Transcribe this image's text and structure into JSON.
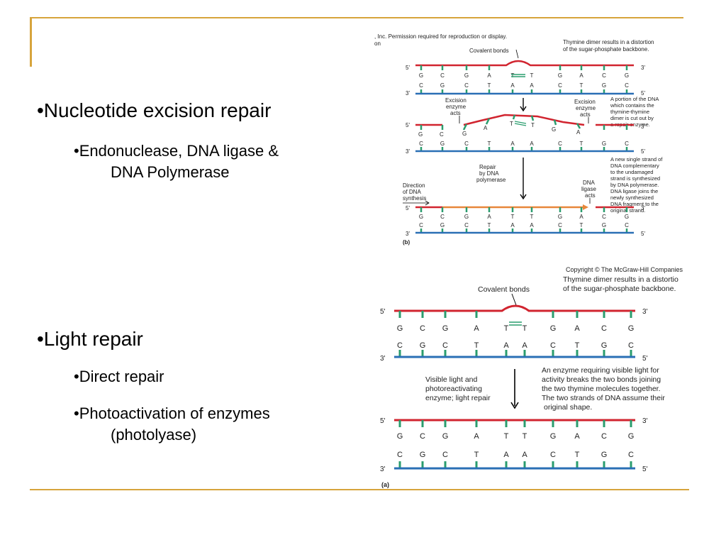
{
  "slide": {
    "bullets": {
      "ner": "•Nucleotide excision repair",
      "ner_sub_line1": "•Endonuclease,  DNA ligase &",
      "ner_sub_line2": "DNA Polymerase",
      "light": "•Light repair",
      "direct": "•Direct repair",
      "photo_line1": "•Photoactivation of enzymes",
      "photo_line2": "(photolyase)"
    }
  },
  "figure_b": {
    "permission_line1": ", Inc. Permission required for reproduction or display.",
    "permission_line2": "on",
    "note_dimer_1": "Thymine dimer results in a distortion",
    "note_dimer_2": "of the sugar-phosphate backbone.",
    "covalent": "Covalent bonds",
    "five_prime": "5'",
    "three_prime": "3'",
    "top_bases": [
      "G",
      "C",
      "G",
      "A",
      "T",
      "T",
      "G",
      "A",
      "C",
      "G"
    ],
    "bottom_bases": [
      "C",
      "G",
      "C",
      "T",
      "A",
      "A",
      "C",
      "T",
      "G",
      "C"
    ],
    "excision_left_1": "Excision",
    "excision_left_2": "enzyme",
    "excision_left_3": "acts",
    "excision_right_1": "Excision",
    "excision_right_2": "enzyme",
    "excision_right_3": "acts",
    "note_cut_1": "A portion of the DNA",
    "note_cut_2": "which contains the",
    "note_cut_3": "thymine-thymine",
    "note_cut_4": "dimer is cut out by",
    "note_cut_5": "a repair enzyme.",
    "repair_1": "Repair",
    "repair_2": "by DNA",
    "repair_3": "polymerase",
    "direction_1": "Direction",
    "direction_2": "of DNA",
    "direction_3": "synthesis",
    "ligase_1": "DNA",
    "ligase_2": "ligase",
    "ligase_3": "acts",
    "note_new_1": "A new single strand of",
    "note_new_2": "DNA complementary",
    "note_new_3": "to the undamaged",
    "note_new_4": "strand is synthesized",
    "note_new_5": "by DNA polymerase.",
    "note_new_6": "DNA ligase joins the",
    "note_new_7": "newly synthesized",
    "note_new_8": "DNA fragment to the",
    "note_new_9": "original strand.",
    "label": "(b)",
    "colors": {
      "red": "#d1242f",
      "blue": "#2a6fb5",
      "green": "#2a9d6e",
      "orange": "#e8873a"
    }
  },
  "figure_a": {
    "copyright": "Copyright © The McGraw-Hill Companies",
    "note_dimer_1": "Thymine dimer results in a distortio",
    "note_dimer_2": "of the sugar-phosphate backbone.",
    "covalent": "Covalent bonds",
    "five_prime": "5'",
    "three_prime": "3'",
    "top_bases": [
      "G",
      "C",
      "G",
      "A",
      "T",
      "T",
      "G",
      "A",
      "C",
      "G"
    ],
    "bottom_bases": [
      "C",
      "G",
      "C",
      "T",
      "A",
      "A",
      "C",
      "T",
      "G",
      "C"
    ],
    "visible_1": "Visible light and",
    "visible_2": "photoreactivating",
    "visible_3": "enzyme; light repair",
    "note_enzyme_1": "An enzyme requiring visible light for",
    "note_enzyme_2": "activity breaks the two bonds joining",
    "note_enzyme_3": "the two thymine molecules together.",
    "note_enzyme_4": "The two strands of DNA assume their",
    "note_enzyme_5": "original shape.",
    "label": "(a)",
    "colors": {
      "red": "#d1242f",
      "blue": "#2a6fb5",
      "green": "#2a9d6e"
    }
  }
}
